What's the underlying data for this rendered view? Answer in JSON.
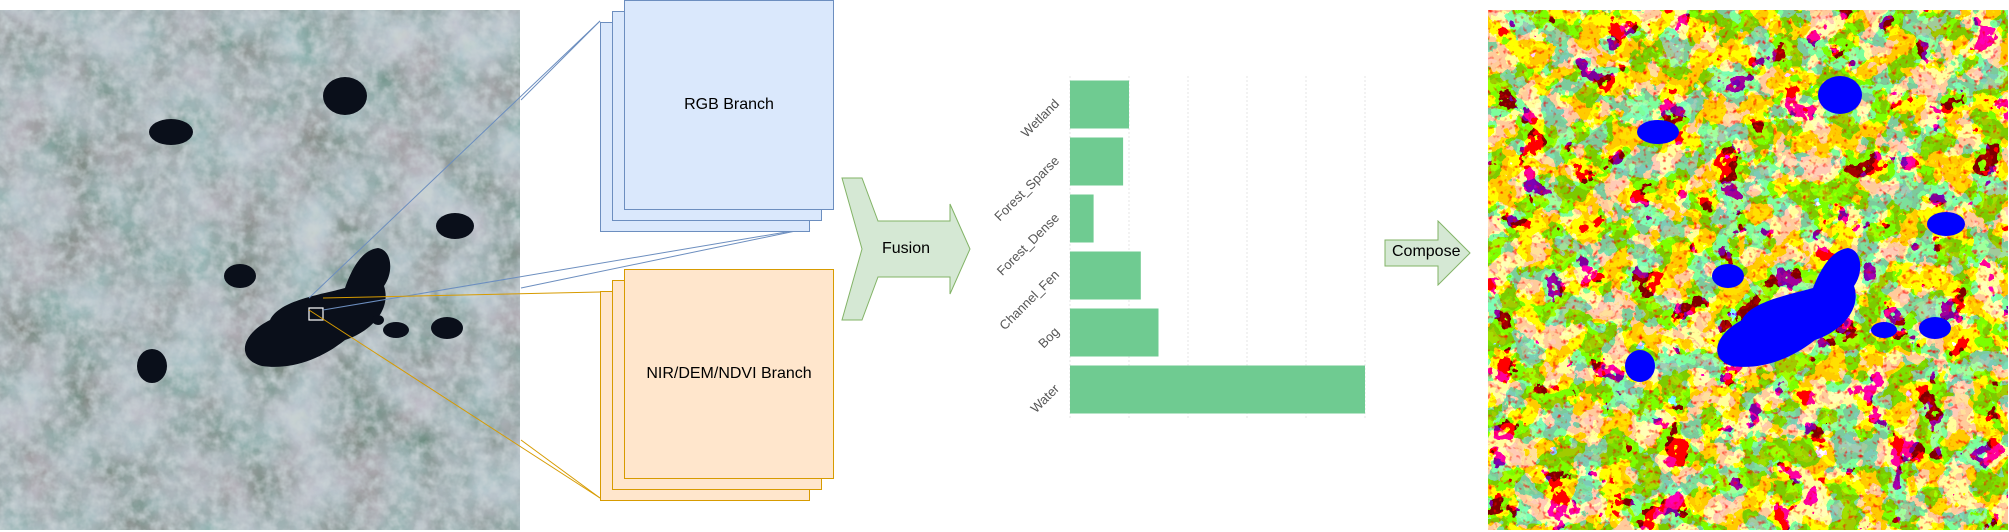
{
  "branches": {
    "rgb_label": "RGB Branch",
    "nir_label": "NIR/DEM/NDVI Branch"
  },
  "arrows": {
    "fusion_label": "Fusion",
    "compose_label": "Compose"
  },
  "colors": {
    "rgb_fill": "#dae8fc",
    "rgb_stroke": "#6c8ebf",
    "nir_fill": "#ffe6cc",
    "nir_stroke": "#d79b00",
    "arrow_fill": "#d5e8d4",
    "arrow_stroke": "#82b366",
    "bar_color": "#6fcb91",
    "class_water": "#0000ff",
    "class_bog": "#ffff00",
    "class_channel_fen": "#ff0000",
    "class_forest_dense": "#2e9a55",
    "class_forest_sparse": "#5cbf79",
    "class_wetland": "#ffffff"
  },
  "chart_data": {
    "type": "bar",
    "orientation": "horizontal",
    "categories": [
      "Wetland",
      "Forest_Sparse",
      "Forest_Dense",
      "Channel_Fen",
      "Bog",
      "Water"
    ],
    "values": [
      10,
      9,
      4,
      12,
      15,
      50
    ],
    "xlim": [
      0,
      50
    ],
    "grid": true
  }
}
